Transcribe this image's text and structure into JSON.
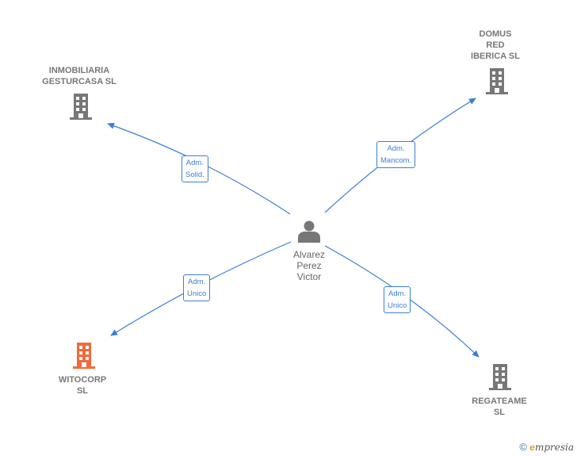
{
  "nodes": {
    "center": {
      "label": "Alvarez\nPerez\nVictor"
    },
    "inmobiliaria": {
      "label": "INMOBILIARIA\nGESTURCASA SL"
    },
    "domus": {
      "label": "DOMUS\nRED\nIBERICA  SL"
    },
    "witocorp": {
      "label": "WITOCORP\nSL"
    },
    "regateame": {
      "label": "REGATEAME\nSL"
    }
  },
  "edges": {
    "inmobiliaria": {
      "label": "Adm.\nSolid."
    },
    "domus": {
      "label": "Adm.\nMancom."
    },
    "witocorp": {
      "label": "Adm.\nUnico"
    },
    "regateame": {
      "label": "Adm.\nUnico"
    }
  },
  "colors": {
    "edge": "#3a7fd5",
    "company": "#777777",
    "company_highlight": "#f26a3c",
    "person": "#777777"
  },
  "footer": {
    "copyright": "©",
    "brand_initial": "e",
    "brand_rest": "mpresia"
  }
}
